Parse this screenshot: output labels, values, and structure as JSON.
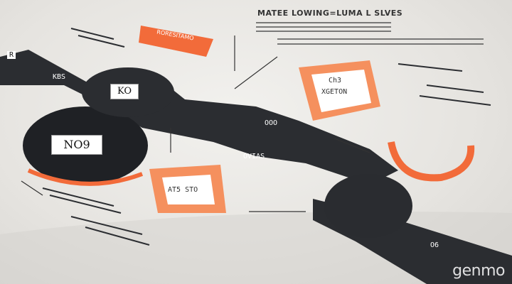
{
  "header": {
    "title": "MATEE LOWING=LUMA L SLVES"
  },
  "labels": {
    "orange_tag": "RORESITAMO",
    "left_circle_sign": "KO",
    "left_circle_card": "NO9",
    "center_card_top": "Ch3",
    "center_card_bottom": "XGETON",
    "lower_card": "AT5 STO",
    "road_center_top": "OOO",
    "road_center_bottom": "OVIAS",
    "road_right": "O6",
    "left_road_tag": "R",
    "left_small_tag": "KBS"
  },
  "watermark": "genmo",
  "colors": {
    "accent": "#f26b3a",
    "dark": "#2b2d31",
    "card": "#f5a27a"
  }
}
